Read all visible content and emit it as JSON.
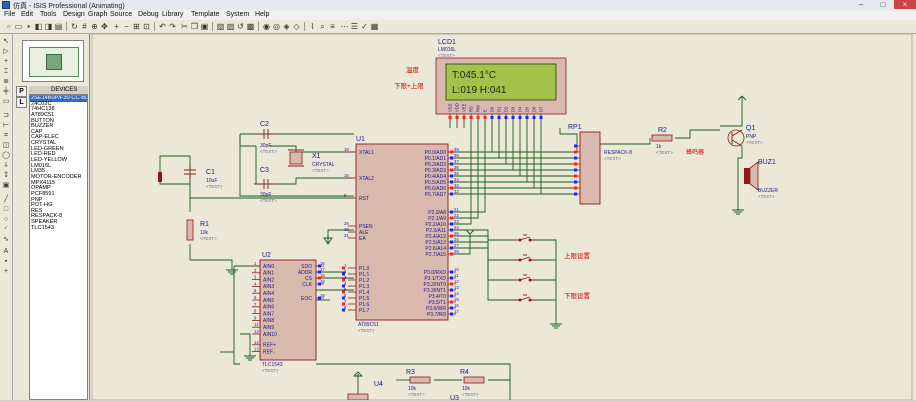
{
  "window": {
    "title": "仿真 - ISIS Professional (Animating)"
  },
  "menu": [
    "File",
    "Edit",
    "Tools",
    "Design",
    "Graph",
    "Source",
    "Debug",
    "Library",
    "Template",
    "System",
    "Help"
  ],
  "panel": {
    "mode_p": "P",
    "mode_l": "L",
    "devices_title": "DEVICES",
    "devices": [
      "2SE14B0P/F30-CC-BLUE",
      "24C02C",
      "74HC138",
      "AT89C51",
      "BUTTON",
      "BUZZER",
      "CAP",
      "CAP-ELEC",
      "CRYSTAL",
      "LED-GREEN",
      "LED-RED",
      "LED-YELLOW",
      "LM016L",
      "LM35",
      "MOTOR-ENCODER",
      "MPX4115",
      "OPAMP",
      "PCF8591",
      "PNP",
      "POT-HG",
      "RES",
      "RESPACK-8",
      "SPEAKER",
      "TLC1543"
    ],
    "selected_index": 0
  },
  "schematic": {
    "lcd": {
      "ref": "LCD1",
      "model": "LM016L",
      "text": "<TEXT>",
      "line1": "T:045.1°C",
      "line2": "L:019 H:041",
      "pins": [
        "VSS",
        "VDD",
        "VEE",
        "RS",
        "RW",
        "E",
        "D0",
        "D1",
        "D2",
        "D3",
        "D4",
        "D5",
        "D6",
        "D7"
      ]
    },
    "labels": {
      "temp": "温度",
      "limits": "下限+上限",
      "buzzer_label": "蜂鸣器",
      "set_upper": "上限设置",
      "set_lower": "下限设置"
    },
    "c2": {
      "ref": "C2",
      "value": "30pF",
      "text": "<TEXT>"
    },
    "c3": {
      "ref": "C3",
      "value": "30pF",
      "text": "<TEXT>"
    },
    "x1": {
      "ref": "X1",
      "value": "CRYSTAL",
      "text": "<TEXT>"
    },
    "c1": {
      "ref": "C1",
      "value": "10uF",
      "text": "<TEXT>"
    },
    "r1": {
      "ref": "R1",
      "value": "10k",
      "text": "<TEXT>"
    },
    "u1": {
      "ref": "U1",
      "model": "AT89C51",
      "text": "<TEXT>",
      "left_pins": [
        "XTAL1",
        "XTAL2",
        "RST",
        "PSEN",
        "ALE",
        "EA",
        "P1.0",
        "P1.1",
        "P1.2",
        "P1.3",
        "P1.4",
        "P1.5",
        "P1.6",
        "P1.7"
      ],
      "left_nums": [
        "19",
        "18",
        "9",
        "29",
        "30",
        "31",
        "1",
        "2",
        "3",
        "4",
        "5",
        "6",
        "7",
        "8"
      ],
      "right_pins": [
        "P0.0/AD0",
        "P0.1/AD1",
        "P0.2/AD2",
        "P0.3/AD3",
        "P0.4/AD4",
        "P0.5/AD5",
        "P0.6/AD6",
        "P0.7/AD7",
        "P2.0/A8",
        "P2.1/A9",
        "P2.2/A10",
        "P2.3/A11",
        "P2.4/A12",
        "P2.5/A13",
        "P2.6/A14",
        "P2.7/A15",
        "P3.0/RXD",
        "P3.1/TXD",
        "P3.2/INT0",
        "P3.3/INT1",
        "P3.4/T0",
        "P3.5/T1",
        "P3.6/WR",
        "P3.7/RD"
      ],
      "right_nums": [
        "39",
        "38",
        "37",
        "36",
        "35",
        "34",
        "33",
        "32",
        "21",
        "22",
        "23",
        "24",
        "25",
        "26",
        "27",
        "28",
        "10",
        "11",
        "12",
        "13",
        "14",
        "15",
        "16",
        "17"
      ]
    },
    "u2": {
      "ref": "U2",
      "model": "TLC1543",
      "text": "<TEXT>",
      "left_pins": [
        "AIN0",
        "AIN1",
        "AIN2",
        "AIN3",
        "AIN4",
        "AIN5",
        "AIN6",
        "AIN7",
        "AIN8",
        "AIN9",
        "AIN10",
        "REF+",
        "REF-"
      ],
      "left_nums": [
        "1",
        "2",
        "3",
        "4",
        "5",
        "6",
        "7",
        "8",
        "9",
        "11",
        "12",
        "14",
        "13"
      ],
      "right_pins": [
        "SDO",
        "ADDR",
        "CS",
        "CLK",
        "EOC"
      ],
      "right_nums": [
        "16",
        "17",
        "15",
        "18",
        "19"
      ]
    },
    "rp1": {
      "ref": "RP1",
      "model": "RESPACK-8",
      "text": "<TEXT>"
    },
    "r2": {
      "ref": "R2",
      "value": "1k",
      "text": "<TEXT>"
    },
    "q1": {
      "ref": "Q1",
      "model": "PNP",
      "text": "<TEXT>"
    },
    "buz1": {
      "ref": "BUZ1",
      "model": "BUZZER",
      "text": "<TEXT>"
    },
    "u4": {
      "ref": "U4"
    },
    "r3": {
      "ref": "R3",
      "value": "10k",
      "text": "<TEXT>"
    },
    "r4": {
      "ref": "R4",
      "value": "10k",
      "text": "<TEXT>"
    },
    "u3": {
      "ref": "U3"
    }
  },
  "colors": {
    "canvas_bg": "#ece8d8",
    "wire": "#1a5c1a",
    "part_body": "#d9b8ad",
    "part_line": "#8b1a1a",
    "label_red": "#cc0000",
    "lcd_bg": "#a2c24a",
    "lcd_text": "#0f2a0f",
    "pin_active": "#2020ff",
    "pin_red": "#ff2020",
    "text_blue": "#1a1a8c"
  }
}
